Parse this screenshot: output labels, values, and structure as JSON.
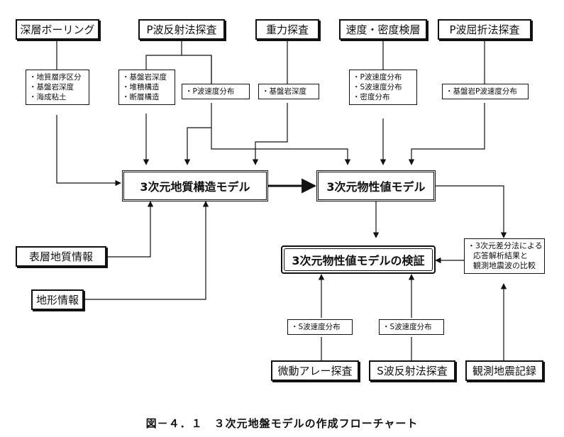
{
  "sources": {
    "deep_boring": "深層ボーリング",
    "p_reflection": "P波反射法探査",
    "gravity": "重力探査",
    "velocity_density": "速度・密度検層",
    "p_refraction": "P波屈折法探査",
    "surface_geology": "表層地質情報",
    "topography": "地形情報",
    "microtremor": "微動アレー探査",
    "s_reflection": "S波反射法探査",
    "seismic_records": "観測地震記録"
  },
  "notes": {
    "boring": [
      "・地質層序区分",
      "・基盤岩深度",
      "・海成粘土"
    ],
    "reflection_structure": [
      "・基盤岩深度",
      "・堆積構造",
      "・断層構造"
    ],
    "reflection_p": [
      "・P波速度分布"
    ],
    "gravity": [
      "・基盤岩深度"
    ],
    "logging": [
      "・P波速度分布",
      "・S波速度分布",
      "・密度分布"
    ],
    "refraction": [
      "・基盤岩P波速度分布"
    ],
    "comparison": [
      "・3次元差分法による",
      "応答解析結果と",
      "観測地震波の比較"
    ],
    "microtremor_s": [
      "・S波速度分布"
    ],
    "s_reflection_s": [
      "・S波速度分布"
    ]
  },
  "models": {
    "geology": "3次元地質構造モデル",
    "property": "3次元物性値モデル",
    "verification": "3次元物性値モデルの検証"
  },
  "caption": "図－４．１　３次元地盤モデルの作成フローチャート"
}
